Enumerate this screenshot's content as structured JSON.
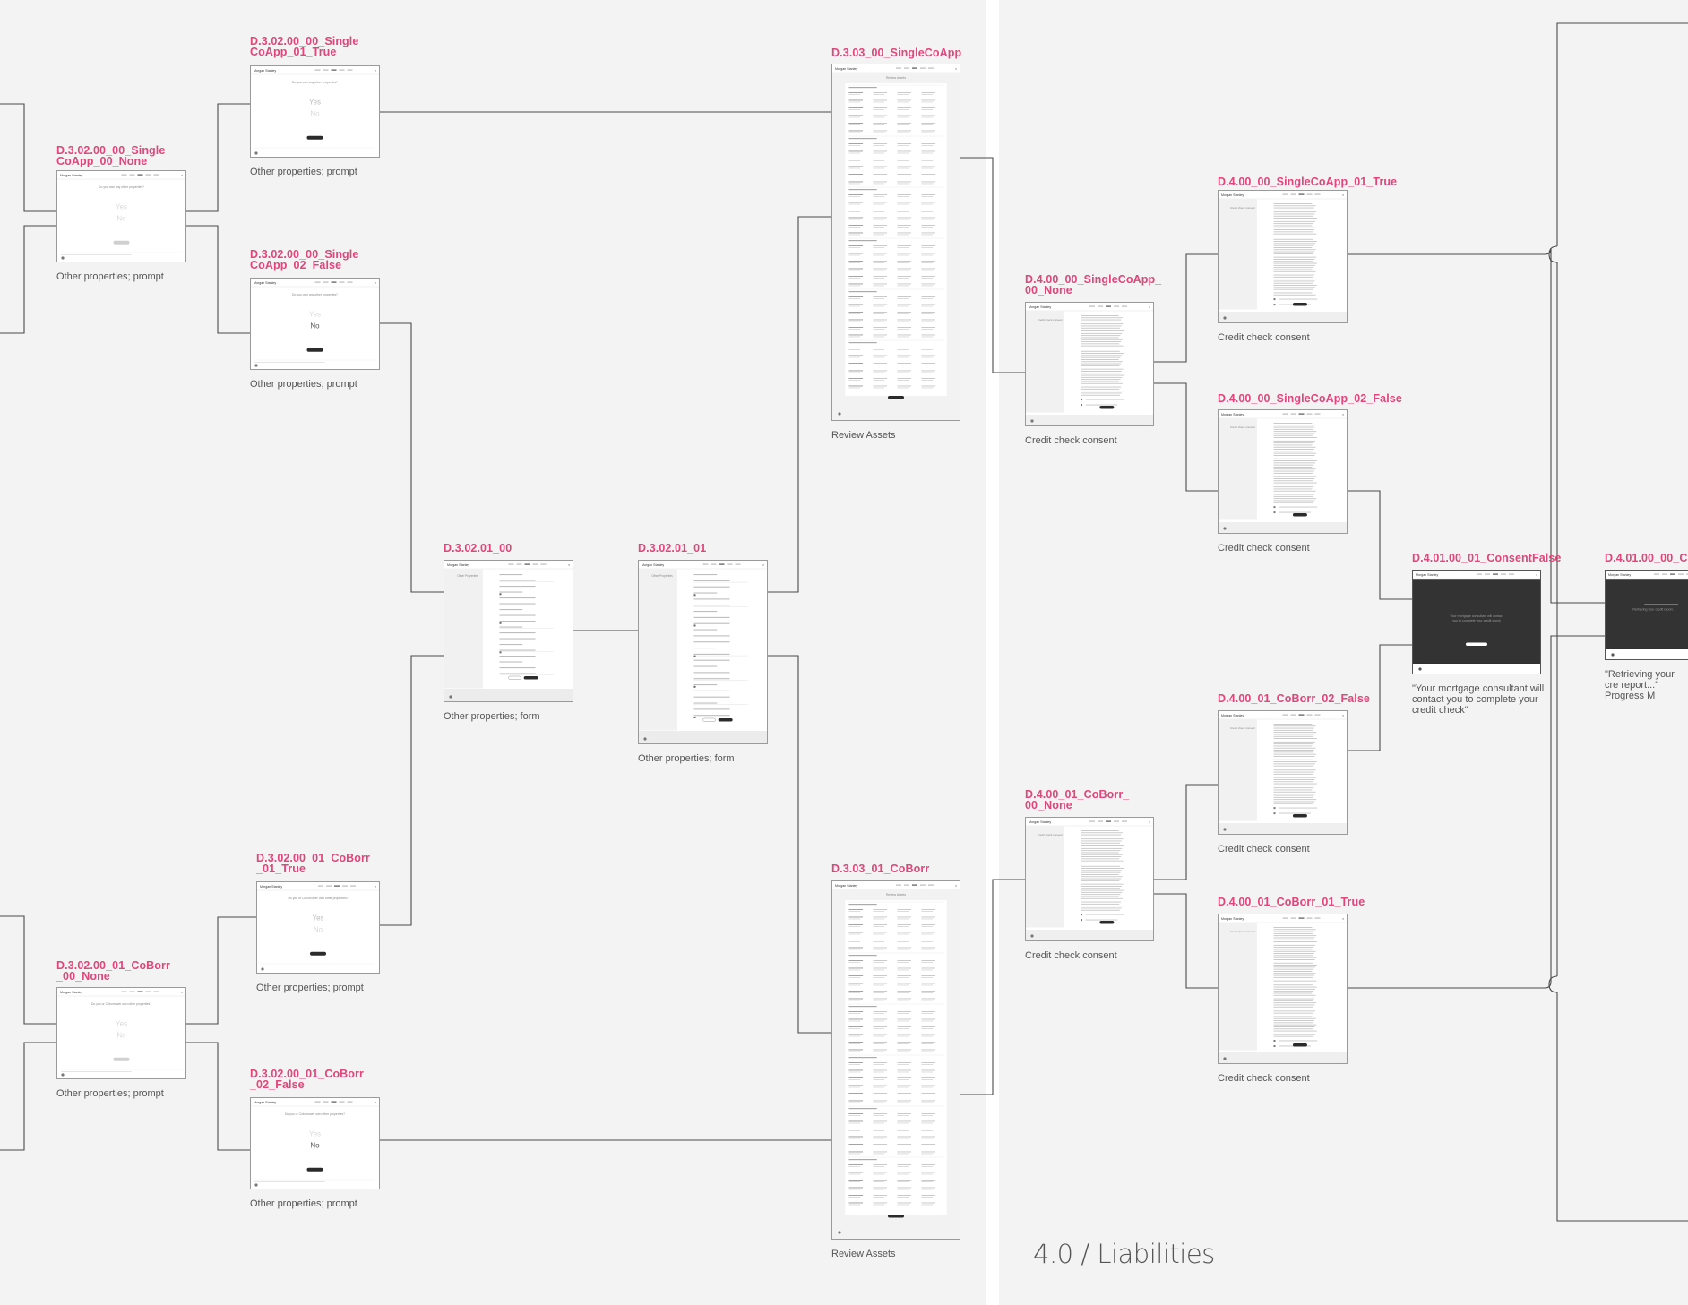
{
  "section_title": "4.0 / Liabilities",
  "nodes": [
    {
      "title": "D.3.02.00_00_Single CoApp_01_True",
      "title_lines": [
        "D.3.02.00_00_Single",
        "CoApp_01_True"
      ],
      "caption": "Other properties; prompt"
    },
    {
      "title": "D.3.02.00_00_Single CoApp_00_None",
      "title_lines": [
        "D.3.02.00_00_Single",
        "CoApp_00_None"
      ],
      "caption": "Other properties; prompt"
    },
    {
      "title": "D.3.02.00_00_Single CoApp_02_False",
      "title_lines": [
        "D.3.02.00_00_Single",
        "CoApp_02_False"
      ],
      "caption": "Other properties; prompt"
    },
    {
      "title": "D.3.02.01_00",
      "title_lines": [
        "D.3.02.01_00"
      ],
      "caption": "Other properties; form"
    },
    {
      "title": "D.3.02.01_01",
      "title_lines": [
        "D.3.02.01_01"
      ],
      "caption": "Other properties; form"
    },
    {
      "title": "D.3.02.00_01_CoBorr _01_True",
      "title_lines": [
        "D.3.02.00_01_CoBorr",
        "_01_True"
      ],
      "caption": "Other properties; prompt"
    },
    {
      "title": "D.3.02.00_01_CoBorr _00_None",
      "title_lines": [
        "D.3.02.00_01_CoBorr",
        "_00_None"
      ],
      "caption": "Other properties; prompt"
    },
    {
      "title": "D.3.02.00_01_CoBorr _02_False",
      "title_lines": [
        "D.3.02.00_01_CoBorr",
        "_02_False"
      ],
      "caption": "Other properties; prompt"
    },
    {
      "title": "D.3.03_00_SingleCoApp",
      "title_lines": [
        "D.3.03_00_SingleCoApp"
      ],
      "caption": "Review Assets"
    },
    {
      "title": "D.3.03_01_CoBorr",
      "title_lines": [
        "D.3.03_01_CoBorr"
      ],
      "caption": "Review Assets"
    },
    {
      "title": "D.4.00_00_SingleCoApp_ 00_None",
      "title_lines": [
        "D.4.00_00_SingleCoApp_",
        "00_None"
      ],
      "caption": "Credit check consent"
    },
    {
      "title": "D.4.00_00_SingleCoApp_01_True",
      "title_lines": [
        "D.4.00_00_SingleCoApp_01_True"
      ],
      "caption": "Credit check consent"
    },
    {
      "title": "D.4.00_00_SingleCoApp_02_False",
      "title_lines": [
        "D.4.00_00_SingleCoApp_02_False"
      ],
      "caption": "Credit check consent"
    },
    {
      "title": "D.4.00_01_CoBorr_ 00_None",
      "title_lines": [
        "D.4.00_01_CoBorr_",
        "00_None"
      ],
      "caption": "Credit check consent"
    },
    {
      "title": "D.4.00_01_CoBorr_02_False",
      "title_lines": [
        "D.4.00_01_CoBorr_02_False"
      ],
      "caption": "Credit check consent"
    },
    {
      "title": "D.4.00_01_CoBorr_01_True",
      "title_lines": [
        "D.4.00_01_CoBorr_01_True"
      ],
      "caption": "Credit check consent"
    },
    {
      "title": "D.4.01.00_01_ConsentFalse",
      "title_lines": [
        "D.4.01.00_01_ConsentFalse"
      ],
      "caption": "\"Your mortgage consultant will contact you to complete your credit check\""
    },
    {
      "title": "D.4.01.00_00_C",
      "title_lines": [
        "D.4.01.00_00_C"
      ],
      "caption": "\"Retrieving your cre report...\" Progress M"
    }
  ],
  "thumb_text": {
    "brand": "Morgan Stanley",
    "prompt_question": "Do you own any other properties?",
    "prompt_question_co": "Do you or Coborrower own other properties?",
    "yes": "Yes",
    "no": "No",
    "button": "Continue",
    "form_sidebar": "Other Properties",
    "review_heading": "Review Assets",
    "consent_sidebar": "Credit check consent",
    "consent_false_msg": "Your mortgage consultant will contact you to complete your credit check",
    "retrieving_msg": "Retrieving your credit report..."
  },
  "colors": {
    "accent": "#e0457b",
    "background": "#f3f3f3",
    "wire": "#4a4a4a",
    "dark_frame": "#2e2e2e"
  }
}
